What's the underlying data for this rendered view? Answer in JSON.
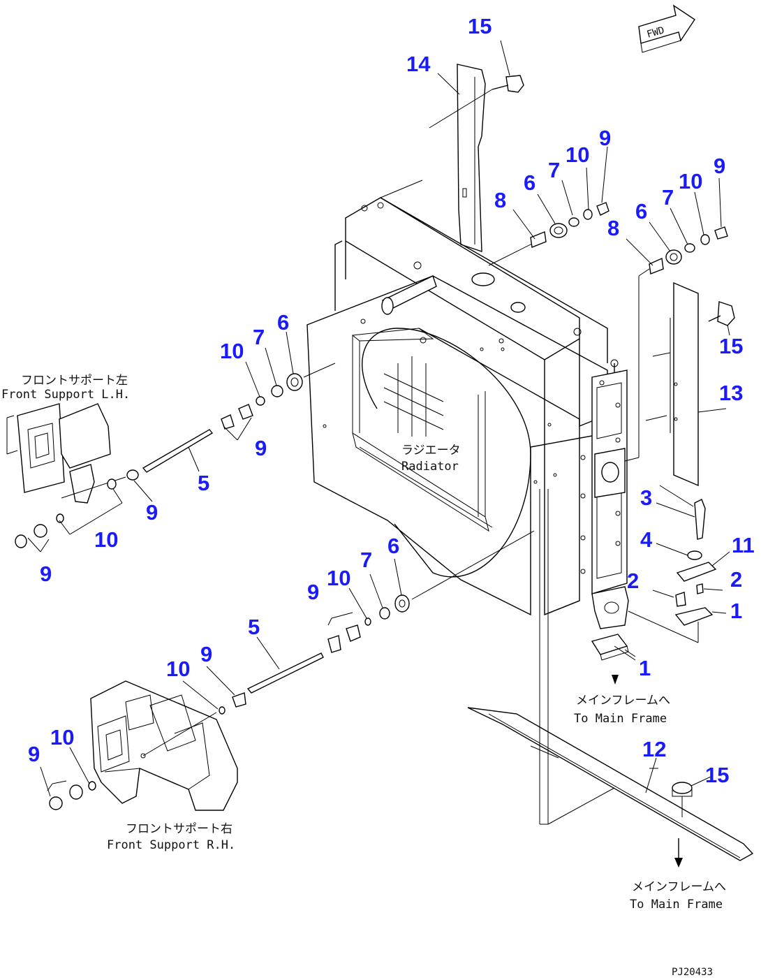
{
  "callouts": [
    {
      "id": "c15a",
      "text": "15"
    },
    {
      "id": "c14",
      "text": "14"
    },
    {
      "id": "c9a",
      "text": "9"
    },
    {
      "id": "c10a",
      "text": "10"
    },
    {
      "id": "c7a",
      "text": "7"
    },
    {
      "id": "c6a",
      "text": "6"
    },
    {
      "id": "c8a",
      "text": "8"
    },
    {
      "id": "c9b",
      "text": "9"
    },
    {
      "id": "c10b",
      "text": "10"
    },
    {
      "id": "c7b",
      "text": "7"
    },
    {
      "id": "c6b",
      "text": "6"
    },
    {
      "id": "c8b",
      "text": "8"
    },
    {
      "id": "c15b",
      "text": "15"
    },
    {
      "id": "c13",
      "text": "13"
    },
    {
      "id": "c6c",
      "text": "6"
    },
    {
      "id": "c7c",
      "text": "7"
    },
    {
      "id": "c10c",
      "text": "10"
    },
    {
      "id": "c9c",
      "text": "9"
    },
    {
      "id": "c5a",
      "text": "5"
    },
    {
      "id": "c9d",
      "text": "9"
    },
    {
      "id": "c10d",
      "text": "10"
    },
    {
      "id": "c9e",
      "text": "9"
    },
    {
      "id": "c3",
      "text": "3"
    },
    {
      "id": "c4",
      "text": "4"
    },
    {
      "id": "c11",
      "text": "11"
    },
    {
      "id": "c2a",
      "text": "2"
    },
    {
      "id": "c2b",
      "text": "2"
    },
    {
      "id": "c1a",
      "text": "1"
    },
    {
      "id": "c1b",
      "text": "1"
    },
    {
      "id": "c6d",
      "text": "6"
    },
    {
      "id": "c7d",
      "text": "7"
    },
    {
      "id": "c10e",
      "text": "10"
    },
    {
      "id": "c9f",
      "text": "9"
    },
    {
      "id": "c5b",
      "text": "5"
    },
    {
      "id": "c9g",
      "text": "9"
    },
    {
      "id": "c10f",
      "text": "10"
    },
    {
      "id": "c9h",
      "text": "9"
    },
    {
      "id": "c10g",
      "text": "10"
    },
    {
      "id": "c12",
      "text": "12"
    },
    {
      "id": "c15c",
      "text": "15"
    }
  ],
  "annotations": {
    "fwd": "FWD",
    "front_support_lh_jp": "フロントサポート左",
    "front_support_lh_en": "Front Support L.H.",
    "radiator_jp": "ラジエータ",
    "radiator_en": "Radiator",
    "to_main_frame_1_jp": "メインフレームへ",
    "to_main_frame_1_en": "To Main Frame",
    "to_main_frame_2_jp": "メインフレームへ",
    "to_main_frame_2_en": "To Main Frame",
    "front_support_rh_jp": "フロントサポート右",
    "front_support_rh_en": "Front Support R.H.",
    "drawing_code": "PJ20433"
  },
  "colors": {
    "callout": "#1a1aff",
    "line": "#000000",
    "background": "#ffffff"
  }
}
